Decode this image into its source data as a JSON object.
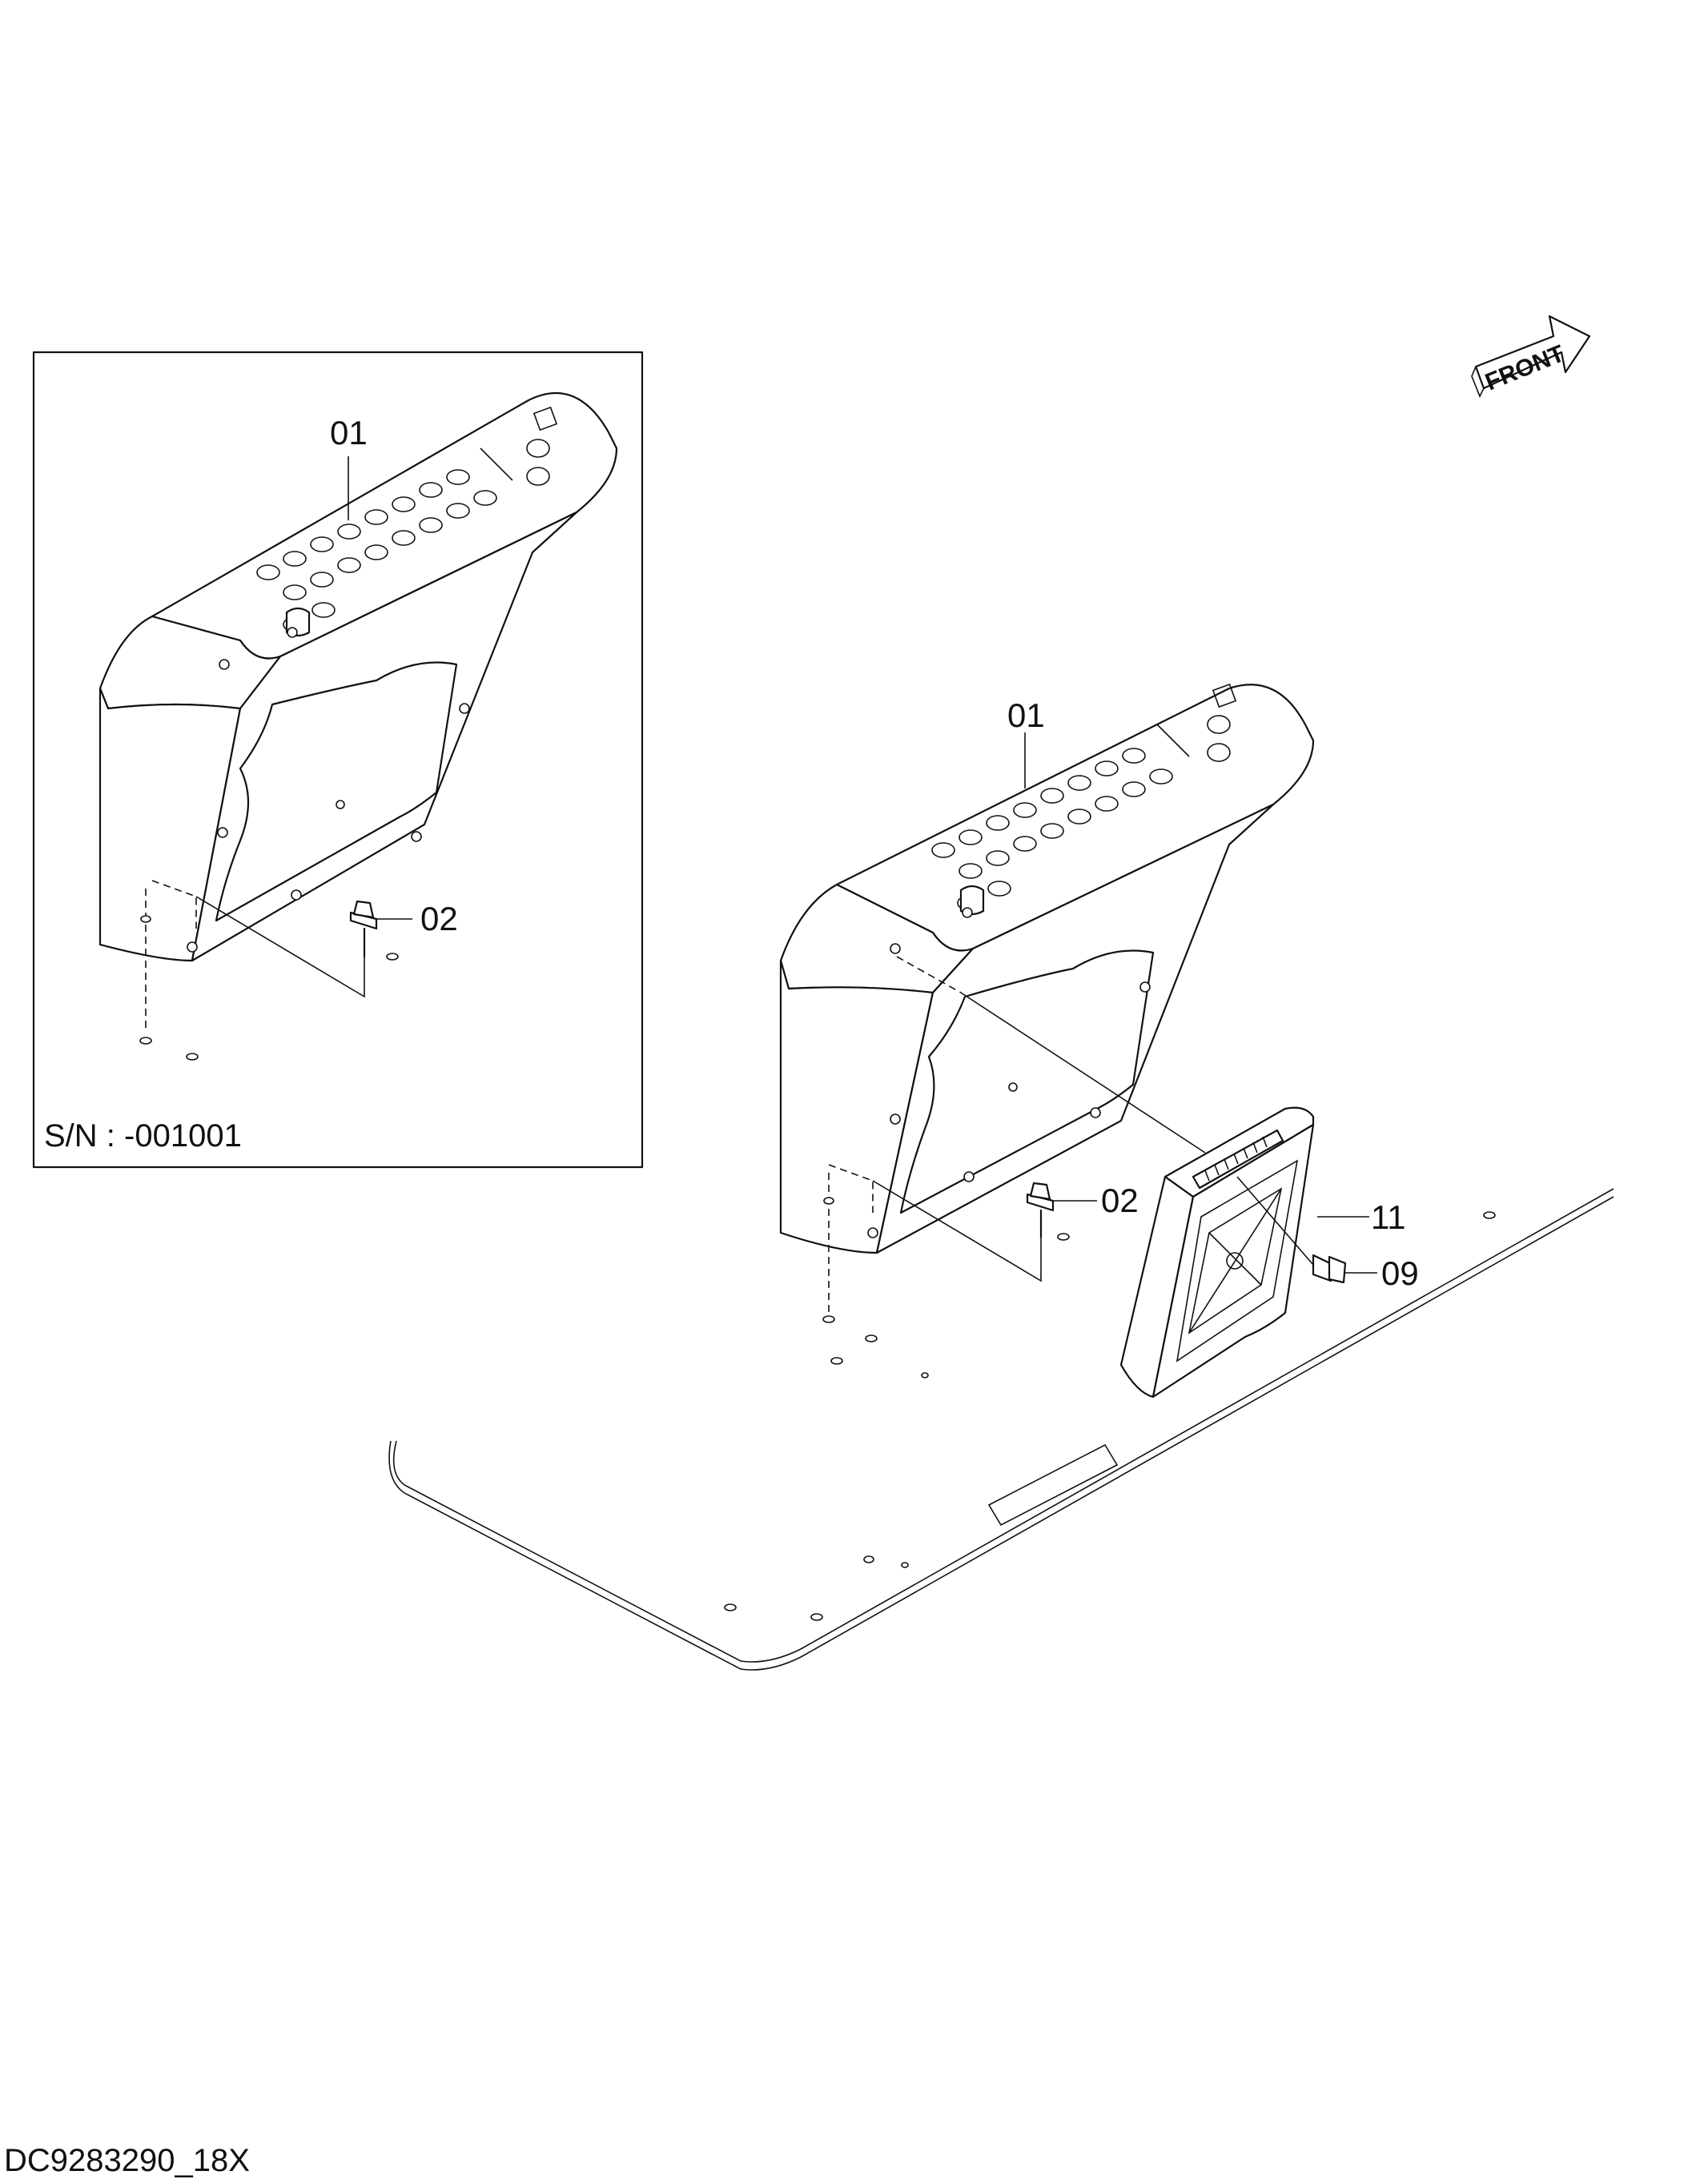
{
  "direction_indicator": {
    "text": "FRONT"
  },
  "inset": {
    "serial_number_text": "S/N :  -001001"
  },
  "callouts": {
    "inset_console": "01",
    "inset_bolt": "02",
    "main_console": "01",
    "main_bolt": "02",
    "controller": "11",
    "controller_bolt": "09"
  },
  "drawing_code": "DC9283290_18X"
}
